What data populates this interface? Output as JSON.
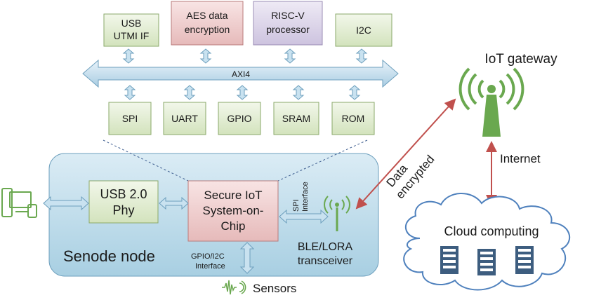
{
  "top_blocks": [
    {
      "line1": "USB",
      "line2": "UTMI IF"
    },
    {
      "line1": "AES data",
      "line2": "encryption"
    },
    {
      "line1": "RISC-V",
      "line2": "processor"
    },
    {
      "line1": "I2C",
      "line2": ""
    }
  ],
  "bus_label": "AXI4",
  "bottom_blocks": [
    "SPI",
    "UART",
    "GPIO",
    "SRAM",
    "ROM"
  ],
  "node": {
    "title": "Senode node",
    "usb_phy": {
      "line1": "USB 2.0",
      "line2": "Phy"
    },
    "soc": {
      "line1": "Secure IoT",
      "line2": "System-on-",
      "line3": "Chip"
    },
    "spi_interface": {
      "line1": "SPI",
      "line2": "Interface"
    },
    "gpio_interface": {
      "line1": "GPIO/I2C",
      "line2": "Interface"
    },
    "transceiver": {
      "line1": "BLE/LORA",
      "line2": "transceiver"
    }
  },
  "sensors_label": "Sensors",
  "data_link": {
    "line1": "Data",
    "line2": "encrypted"
  },
  "gateway_label": "IoT gateway",
  "internet_label": "Internet",
  "cloud_label": "Cloud computing",
  "colors": {
    "green_block": "#e3edd4",
    "green_border": "#8aa86a",
    "red_block": "#efcfcf",
    "red_border": "#b97b7b",
    "purple_block": "#ddd6e8",
    "purple_border": "#9b8db5",
    "node_bg": "#b9d9e8",
    "arrow_blue": "#c9e2f0",
    "red_arrow": "#c0504d",
    "antenna_green": "#6aa84f"
  }
}
